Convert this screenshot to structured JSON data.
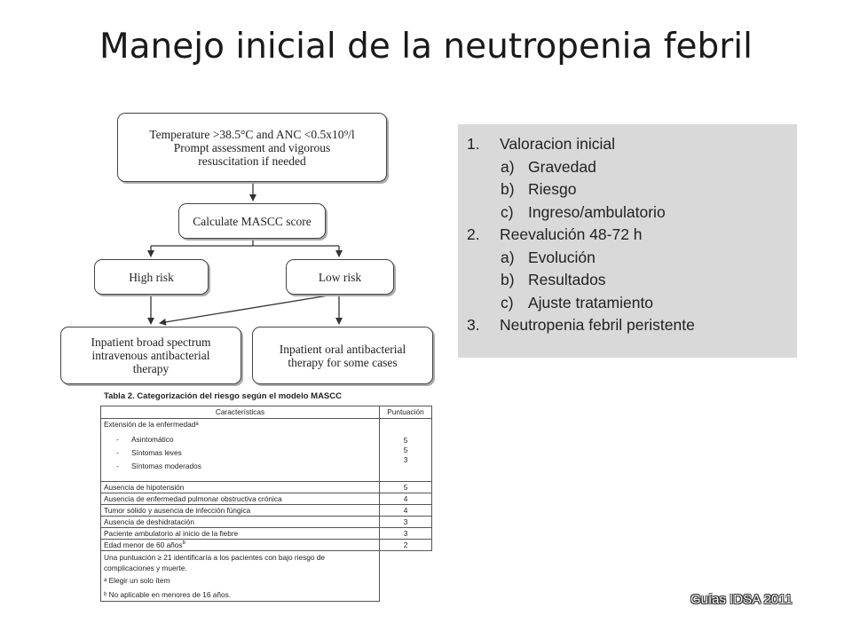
{
  "title": "Manejo inicial de la neutropenia febril",
  "flowchart": {
    "top": "Temperature >38.5°C and ANC <0.5x10⁹/l Prompt assessment and vigorous resuscitation if needed",
    "mascc": "Calculate MASCC score",
    "high_risk": "High risk",
    "low_risk": "Low risk",
    "inpatient_iv": "Inpatient broad spectrum intravenous antibacterial therapy",
    "inpatient_oral": "Inpatient oral antibacterial therapy for some cases"
  },
  "steps": {
    "s1": {
      "num": "1.",
      "label": "Valoracion inicial"
    },
    "s1a": {
      "num": "a)",
      "label": "Gravedad"
    },
    "s1b": {
      "num": "b)",
      "label": "Riesgo"
    },
    "s1c": {
      "num": "c)",
      "label": "Ingreso/ambulatorio"
    },
    "s2": {
      "num": "2.",
      "label": "Reevalución 48-72 h"
    },
    "s2a": {
      "num": "a)",
      "label": "Evolución"
    },
    "s2b": {
      "num": "b)",
      "label": "Resultados"
    },
    "s2c": {
      "num": "c)",
      "label": "Ajuste tratamiento"
    },
    "s3": {
      "num": "3.",
      "label": "Neutropenia febril peristente"
    }
  },
  "table": {
    "caption": "Tabla 2. Categorización del riesgo según el modelo MASCC",
    "col_char": "Características",
    "col_score": "Puntuación",
    "ext_label": "Extensión de la enfermedad",
    "ext_sup": "a",
    "dash": "-",
    "ext_items": [
      {
        "label": "Asintomático",
        "score": "5"
      },
      {
        "label": "Síntomas leves",
        "score": "5"
      },
      {
        "label": "Síntomas moderados",
        "score": "3"
      }
    ],
    "rows": [
      {
        "label": "Ausencia de hipotensión",
        "score": "5"
      },
      {
        "label": "Ausencia de enfermedad pulmonar obstructiva crónica",
        "score": "4"
      },
      {
        "label": "Tumor sólido y ausencia de infección fúngica",
        "score": "4"
      },
      {
        "label": "Ausencia de deshidratación",
        "score": "3"
      },
      {
        "label": "Paciente ambulatorio al inicio de la fiebre",
        "score": "3"
      }
    ],
    "age_label": "Edad menor de 60 años",
    "age_sup": "b",
    "age_score": "2",
    "note1": "Una puntuación ≥ 21 identificaría a los pacientes con bajo riesgo de complicaciones y muerte.",
    "note2_sup": "a",
    "note2": " Elegir un solo ítem",
    "note3_sup": "b",
    "note3": " No aplicable en menores de 16 años."
  },
  "footer": "Guías IDSA 2011"
}
